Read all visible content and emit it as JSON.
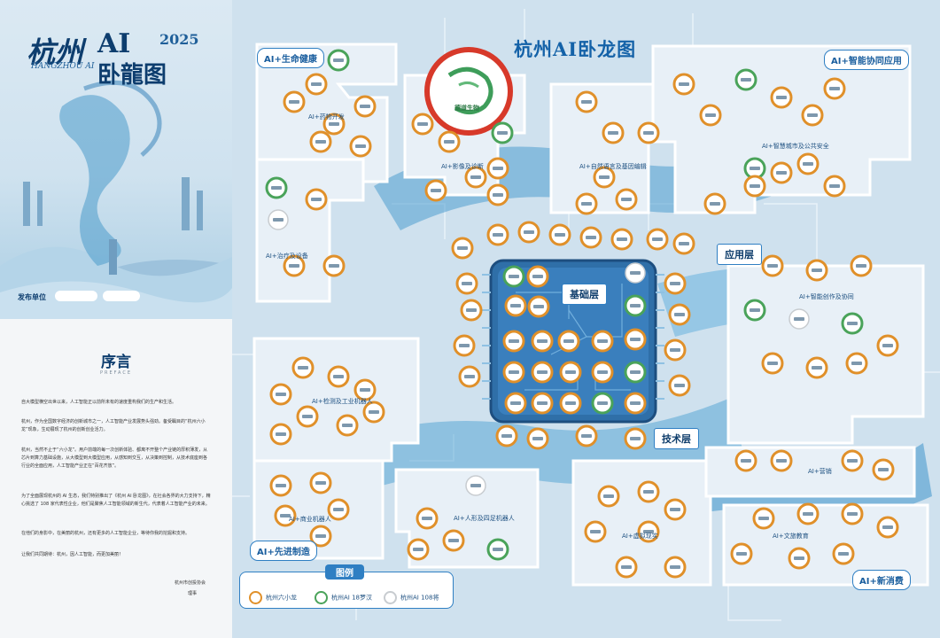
{
  "cover": {
    "title_city": "杭州",
    "title_ai": "AI",
    "title_wolong": "卧龍图",
    "year": "2025",
    "subtitle": "HANGZHOU AI",
    "publisher_label": "发布单位"
  },
  "preface": {
    "title": "序言",
    "subtitle": "PREFACE",
    "paragraphs": [
      "自大模型横空出世以来，人工智能正以前所未有的速度重构我们的生产和生活。",
      "杭州，作为全国数字经济的创新城市之一，人工智能产业发展势头强劲。备受瞩目的“杭州六小龙”现象，生动展现了杭州的创新创业活力。",
      "杭州，当然不止于“六小龙”。用户前端的每一次创新体验、都离不开整个产业链的厚积薄发，从芯片到算力基础设施，从大模型到大模型应用，从感知到交互，从决策到控制，从技术底座到各行业的全面应用，人工智能产业正在“百花齐放”。",
      "为了全面展现杭州的 AI 生态，我们特别推出了《杭州 AI 卧龙图》，在社会各界的大力支持下，精心挑选了 108 家代表性企业，他们是聚焦人工智能领域的新生代，代表着人工智能产业的未来。",
      "在他们的身影中，在美丽的杭州，还有更多的人工智能企业，等待你我的挖掘和支持。",
      "让我们共同期待：杭州，因人工智能，而更加美丽！"
    ],
    "signature_org": "杭州市创投协会",
    "signature_role": "理事"
  },
  "map": {
    "title": "杭州AI卧龙图",
    "highlight_company": "德道生物"
  },
  "sectors": {
    "health": "AI+生命健康",
    "smart": "AI+智能协同应用",
    "industrial": "AI+先进制造",
    "newconsumer": "AI+新消费"
  },
  "subsectors": {
    "drug": "AI+药物开发",
    "imaging": "AI+影像及诊断",
    "treatment": "AI+治疗及设备",
    "nlp": "AI+自然语言及基因编辑",
    "city": "AI+智慧城市及公共安全",
    "creation": "AI+智能创作及协同",
    "inspection": "AI+检测及工业机器人",
    "commerce_robot": "AI+商业机器人",
    "humanoid": "AI+人形及四足机器人",
    "vr": "AI+虚拟现实",
    "marketing": "AI+营销",
    "culture": "AI+文旅教育"
  },
  "layers": {
    "application": "应用层",
    "foundation": "基础层",
    "technology": "技术层"
  },
  "legend": {
    "title": "图例",
    "items": [
      "杭州六小龙",
      "杭州AI 18罗汉",
      "杭州AI 108将"
    ],
    "colors": [
      "#e0902a",
      "#4aa35a",
      "#c8ccd0"
    ]
  },
  "colors": {
    "accent": "#2f7fc3",
    "dark_blue": "#0d3d6e",
    "highlight_ring": "#d7392a",
    "chip": "#2f6fa8"
  }
}
